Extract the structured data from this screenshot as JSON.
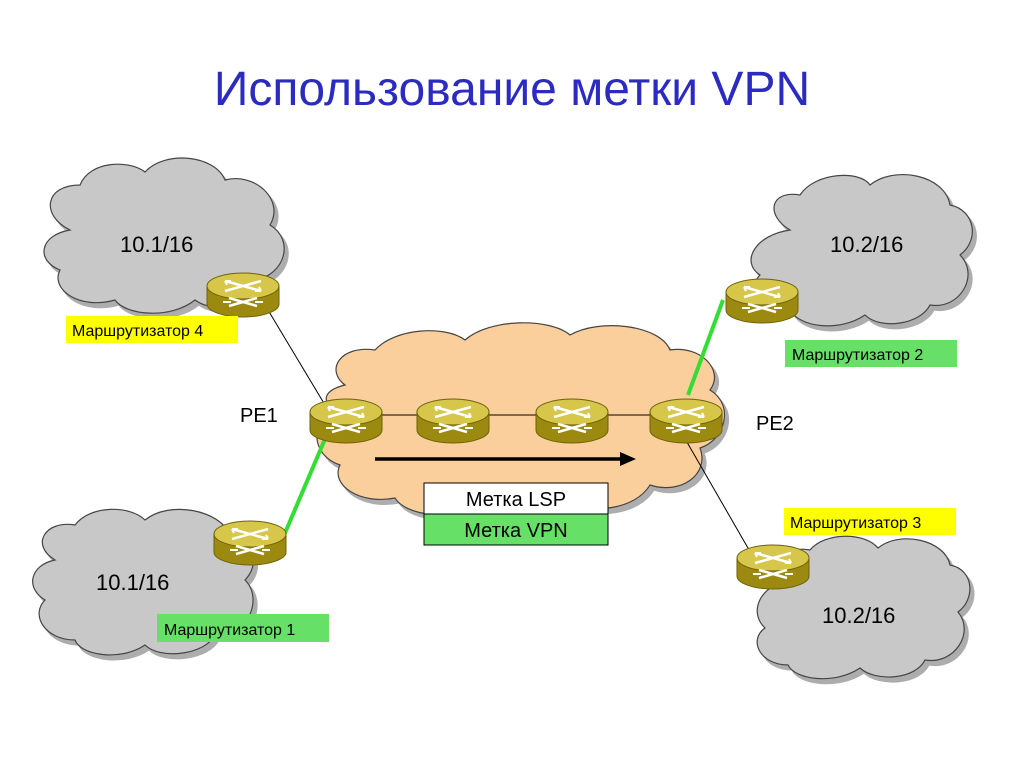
{
  "title": "Использование метки VPN",
  "networks": {
    "net_tl": "10.1/16",
    "net_tr": "10.2/16",
    "net_bl": "10.1/16",
    "net_br": "10.2/16"
  },
  "labels": {
    "router4": "Маршрутизатор 4",
    "router2": "Маршрутизатор 2",
    "router3": "Маршрутизатор 3",
    "router1": "Маршрутизатор 1",
    "pe1": "PE1",
    "pe2": "PE2"
  },
  "packet": {
    "lsp_label": "Метка LSP",
    "vpn_label": "Метка VPN"
  },
  "colors": {
    "title": "#2b2bbf",
    "yellow_tag": "#ffff00",
    "green_tag": "#66e066",
    "green_link": "#33dd33",
    "cloud_gray": "#c8c8c8",
    "cloud_orange": "#fbcf9b",
    "router_body": "#b8a51c"
  }
}
